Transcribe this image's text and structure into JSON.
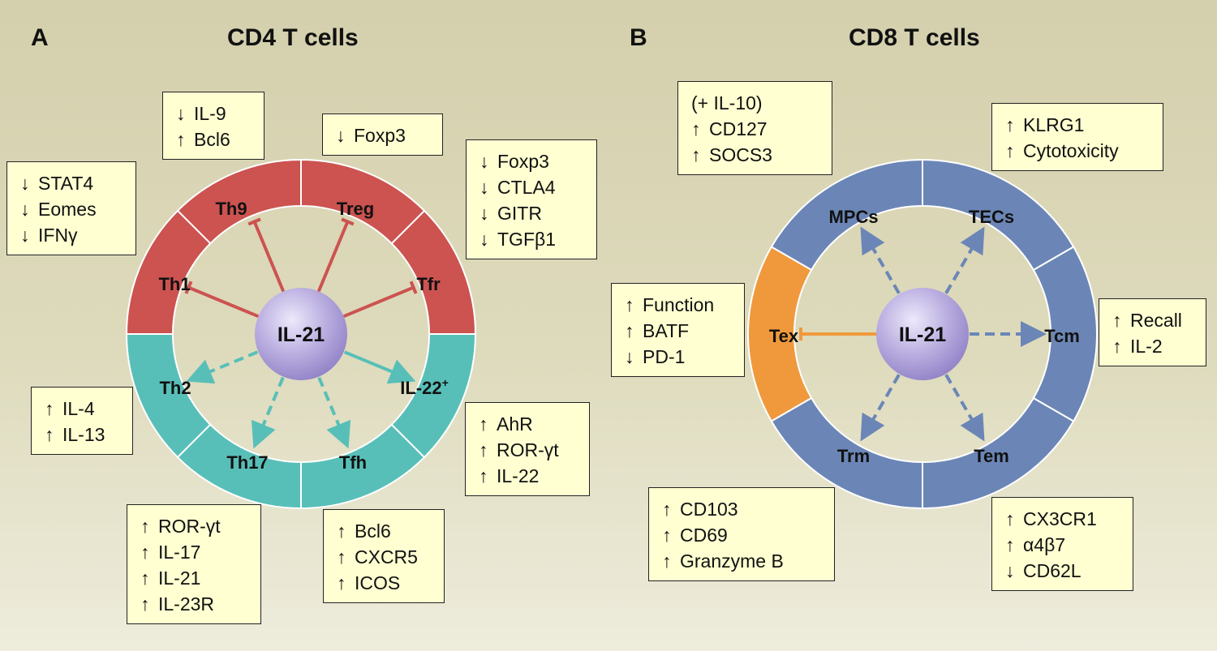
{
  "panel_a": {
    "letter": "A",
    "title": "CD4 T cells",
    "center": "IL-21",
    "segments": {
      "th9": "Th9",
      "treg": "Treg",
      "tfr": "Tfr",
      "th1": "Th1",
      "th2": "Th2",
      "il22": "IL-22",
      "il22_sup": "+",
      "th17": "Th17",
      "tfh": "Tfh"
    },
    "boxes": {
      "th9": [
        {
          "arrow": "↓",
          "text": "IL-9"
        },
        {
          "arrow": "↑",
          "text": "Bcl6"
        }
      ],
      "treg": [
        {
          "arrow": "↓",
          "text": "Foxp3"
        }
      ],
      "th1": [
        {
          "arrow": "↓",
          "text": "STAT4"
        },
        {
          "arrow": "↓",
          "text": "Eomes"
        },
        {
          "arrow": "↓",
          "text": "IFNγ"
        }
      ],
      "tfr": [
        {
          "arrow": "↓",
          "text": "Foxp3"
        },
        {
          "arrow": "↓",
          "text": "CTLA4"
        },
        {
          "arrow": "↓",
          "text": "GITR"
        },
        {
          "arrow": "↓",
          "text": "TGFβ1"
        }
      ],
      "th2": [
        {
          "arrow": "↑",
          "text": "IL-4"
        },
        {
          "arrow": "↑",
          "text": "IL-13"
        }
      ],
      "il22": [
        {
          "arrow": "↑",
          "text": "AhR"
        },
        {
          "arrow": "↑",
          "text": "ROR-γt"
        },
        {
          "arrow": "↑",
          "text": "IL-22"
        }
      ],
      "th17": [
        {
          "arrow": "↑",
          "text": "ROR-γt"
        },
        {
          "arrow": "↑",
          "text": "IL-17"
        },
        {
          "arrow": "↑",
          "text": "IL-21"
        },
        {
          "arrow": "↑",
          "text": "IL-23R"
        }
      ],
      "tfh": [
        {
          "arrow": "↑",
          "text": "Bcl6"
        },
        {
          "arrow": "↑",
          "text": "CXCR5"
        },
        {
          "arrow": "↑",
          "text": "ICOS"
        }
      ]
    }
  },
  "panel_b": {
    "letter": "B",
    "title": "CD8 T cells",
    "center": "IL-21",
    "segments": {
      "mpcs": "MPCs",
      "tecs": "TECs",
      "tex": "Tex",
      "tcm": "Tcm",
      "trm": "Trm",
      "tem": "Tem"
    },
    "boxes": {
      "mpcs": [
        {
          "arrow": "",
          "text": "(+ IL-10)"
        },
        {
          "arrow": "↑",
          "text": "CD127"
        },
        {
          "arrow": "↑",
          "text": "SOCS3"
        }
      ],
      "tecs": [
        {
          "arrow": "↑",
          "text": "KLRG1"
        },
        {
          "arrow": "↑",
          "text": "Cytotoxicity"
        }
      ],
      "tex": [
        {
          "arrow": "↑",
          "text": "Function"
        },
        {
          "arrow": "↑",
          "text": "BATF"
        },
        {
          "arrow": "↓",
          "text": "PD-1"
        }
      ],
      "tcm": [
        {
          "arrow": "↑",
          "text": "Recall"
        },
        {
          "arrow": "↑",
          "text": "IL-2"
        }
      ],
      "trm": [
        {
          "arrow": "↑",
          "text": "CD103"
        },
        {
          "arrow": "↑",
          "text": "CD69"
        },
        {
          "arrow": "↑",
          "text": "Granzyme B"
        }
      ],
      "tem": [
        {
          "arrow": "↑",
          "text": "CX3CR1"
        },
        {
          "arrow": "↑",
          "text": "α4β7"
        },
        {
          "arrow": "↓",
          "text": "CD62L"
        }
      ]
    }
  },
  "colors": {
    "red": "#cc5350",
    "teal": "#58bfb8",
    "blue": "#6b86b6",
    "orange": "#f0993c",
    "box_fill": "#ffffd2",
    "center_fill": "#b9aee0"
  }
}
